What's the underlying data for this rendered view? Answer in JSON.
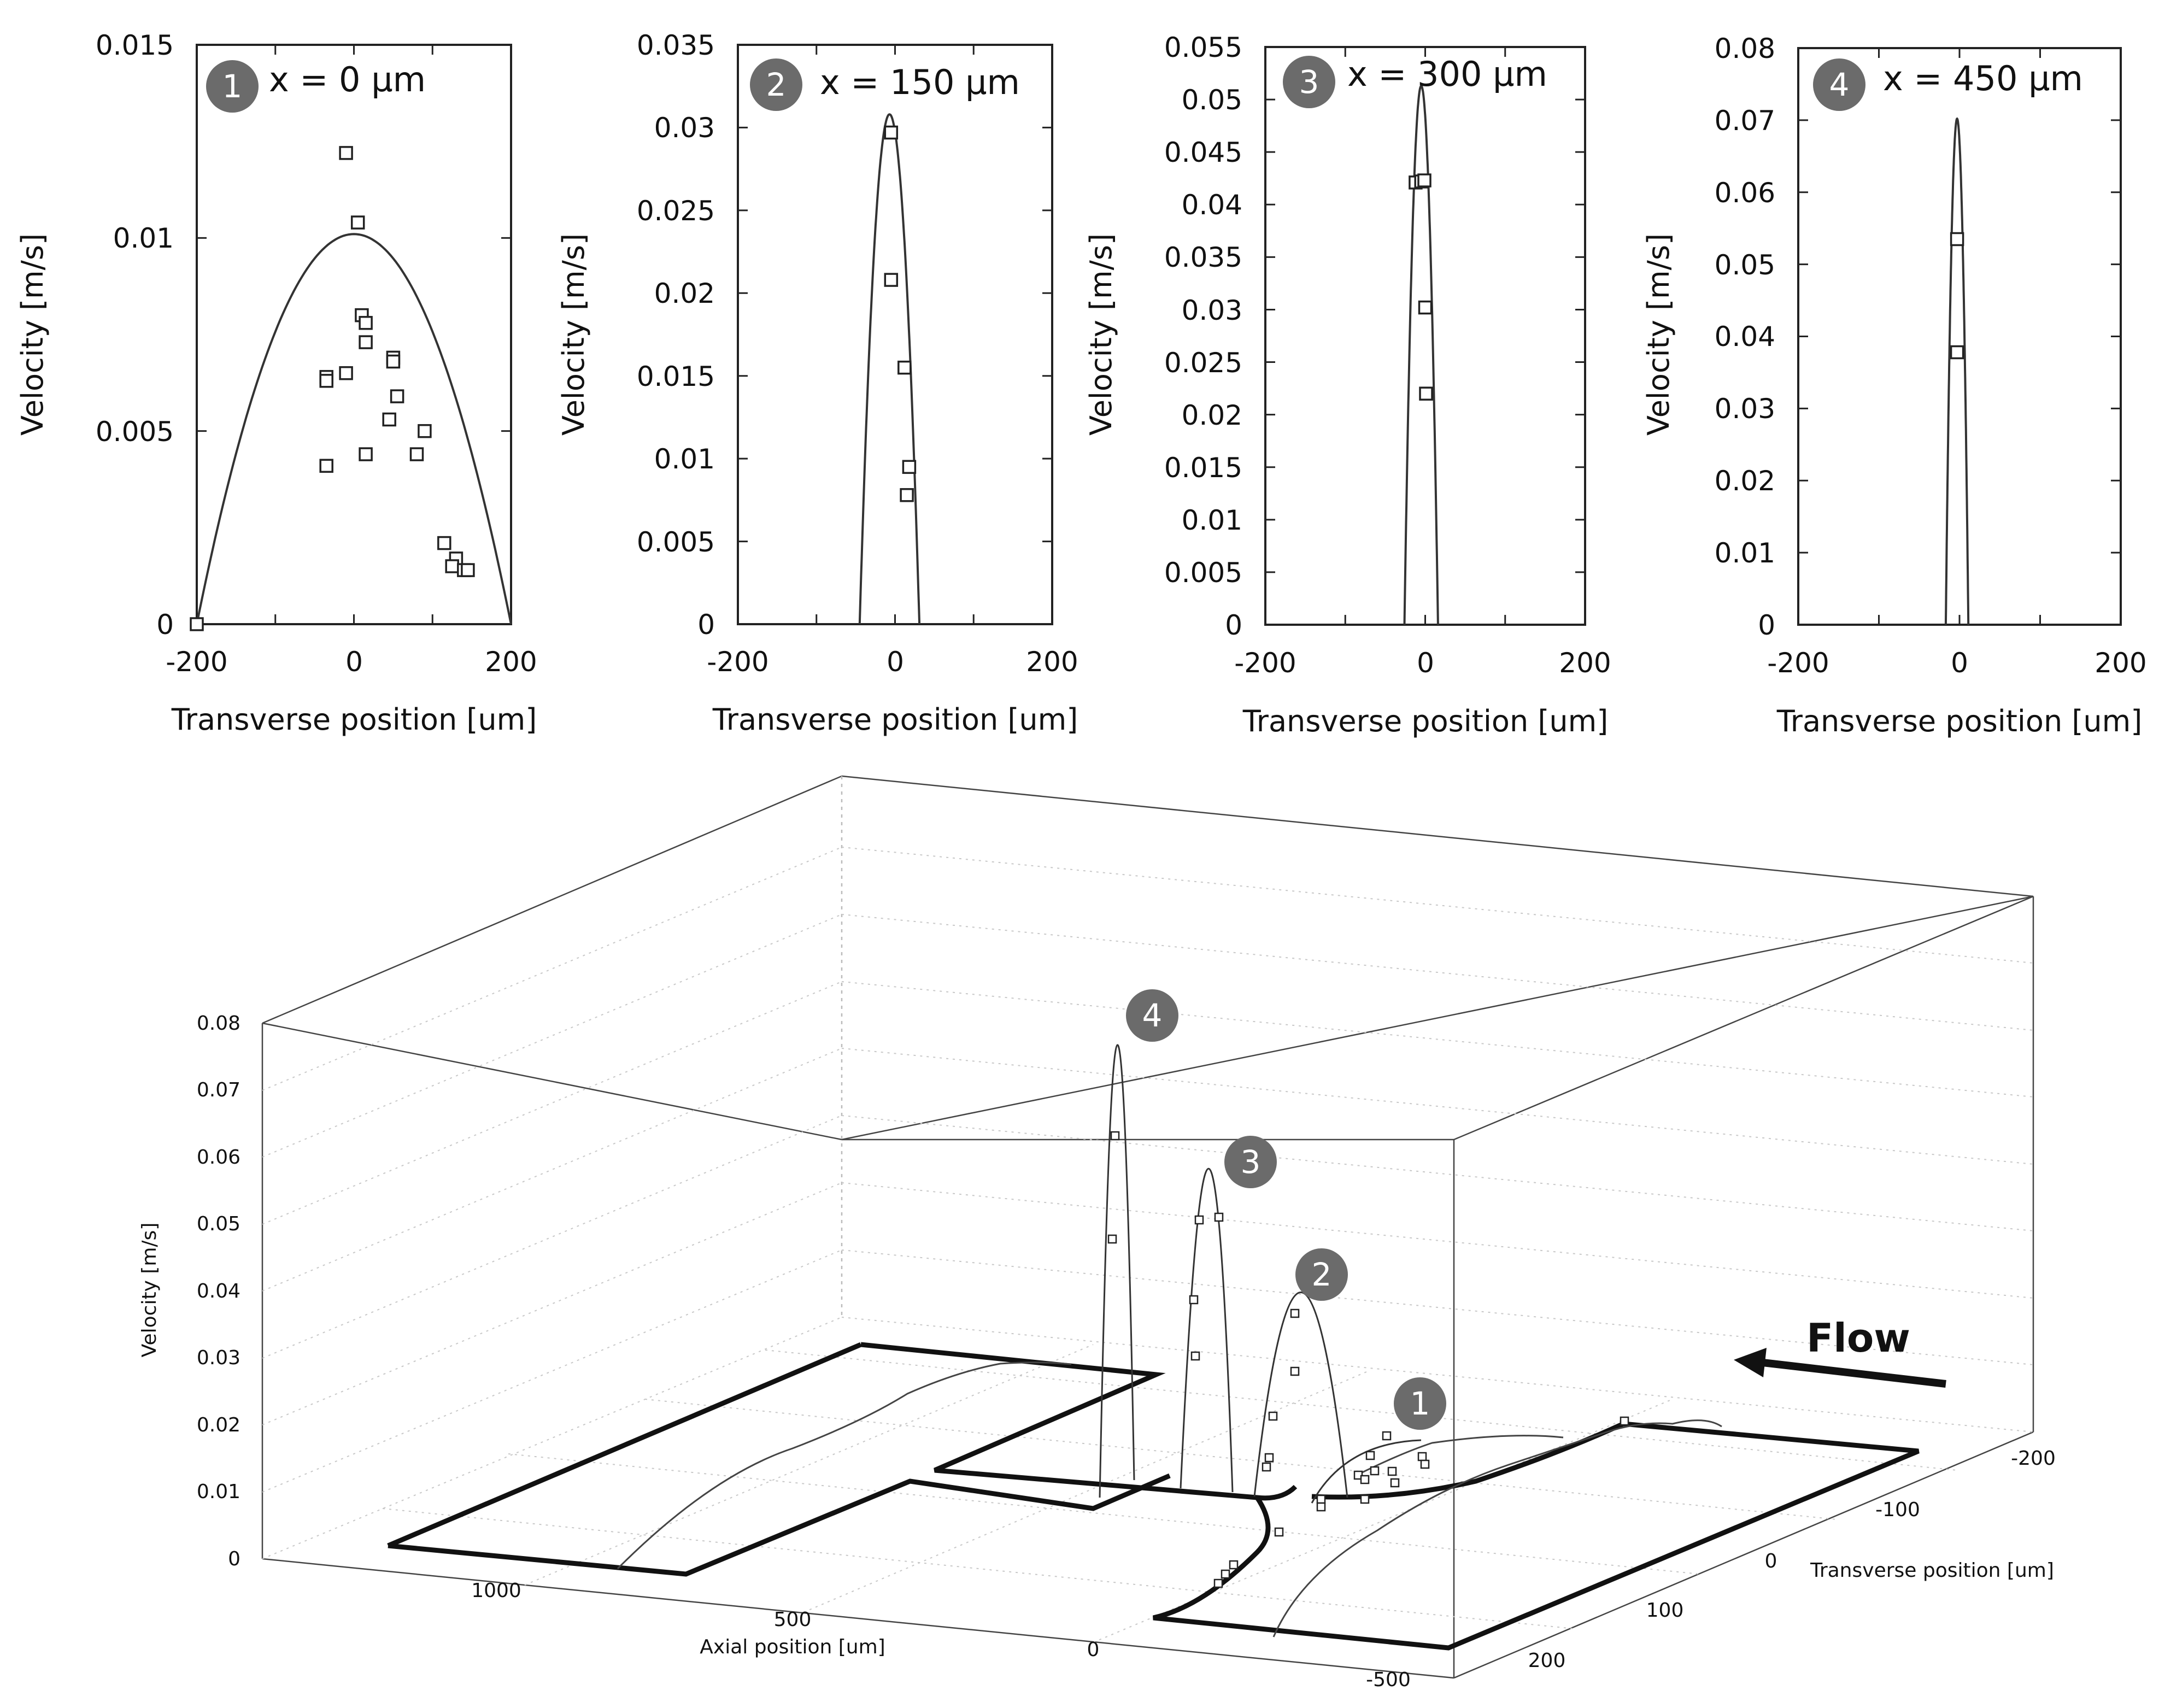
{
  "chart_data": [
    {
      "type": "scatter",
      "panel": "1",
      "title": "x = 0 µm",
      "xlabel": "Transverse position [um]",
      "ylabel": "Velocity [m/s]",
      "xlim": [
        -200,
        200
      ],
      "ylim": [
        0,
        0.015
      ],
      "xticks": [
        "-200",
        "0",
        "200"
      ],
      "yticks": [
        "0",
        "0.005",
        "0.01",
        "0.015"
      ],
      "grid": false,
      "curve": {
        "shape": "parabolic",
        "half_width": 200,
        "peak": 0.0101,
        "center": 0
      },
      "points": [
        [
          -200,
          0
        ],
        [
          -10,
          0.0122
        ],
        [
          5,
          0.0104
        ],
        [
          10,
          0.008
        ],
        [
          15,
          0.0078
        ],
        [
          15,
          0.0073
        ],
        [
          -35,
          0.0064
        ],
        [
          -35,
          0.0063
        ],
        [
          -10,
          0.0065
        ],
        [
          50,
          0.0069
        ],
        [
          50,
          0.0068
        ],
        [
          55,
          0.0059
        ],
        [
          45,
          0.0053
        ],
        [
          90,
          0.005
        ],
        [
          15,
          0.0044
        ],
        [
          80,
          0.0044
        ],
        [
          -35,
          0.0041
        ],
        [
          115,
          0.0021
        ],
        [
          130,
          0.0017
        ],
        [
          125,
          0.0015
        ],
        [
          140,
          0.0014
        ],
        [
          145,
          0.0014
        ]
      ]
    },
    {
      "type": "scatter",
      "panel": "2",
      "title": "x = 150 µm",
      "xlabel": "Transverse position [um]",
      "ylabel": "Velocity [m/s]",
      "xlim": [
        -200,
        200
      ],
      "ylim": [
        0,
        0.035
      ],
      "xticks": [
        "-200",
        "0",
        "200"
      ],
      "yticks": [
        "0",
        "0.005",
        "0.01",
        "0.015",
        "0.02",
        "0.025",
        "0.03",
        "0.035"
      ],
      "grid": false,
      "curve": {
        "shape": "parabolic",
        "half_width": 38,
        "peak": 0.0308,
        "center": -7
      },
      "points": [
        [
          -5,
          0.0297
        ],
        [
          -5,
          0.0208
        ],
        [
          12,
          0.0155
        ],
        [
          18,
          0.0095
        ],
        [
          15,
          0.0078
        ]
      ]
    },
    {
      "type": "scatter",
      "panel": "3",
      "title": "x = 300 µm",
      "xlabel": "Transverse position [um]",
      "ylabel": "Velocity [m/s]",
      "xlim": [
        -200,
        200
      ],
      "ylim": [
        0,
        0.055
      ],
      "xticks": [
        "-200",
        "0",
        "200"
      ],
      "yticks": [
        "0",
        "0.005",
        "0.01",
        "0.015",
        "0.02",
        "0.025",
        "0.03",
        "0.035",
        "0.04",
        "0.045",
        "0.05",
        "0.055"
      ],
      "grid": false,
      "curve": {
        "shape": "parabolic",
        "half_width": 21,
        "peak": 0.0513,
        "center": -5
      },
      "points": [
        [
          -12,
          0.0421
        ],
        [
          -5,
          0.0422
        ],
        [
          -1,
          0.0423
        ],
        [
          0,
          0.0302
        ],
        [
          1,
          0.022
        ]
      ]
    },
    {
      "type": "scatter",
      "panel": "4",
      "title": "x = 450 µm",
      "xlabel": "Transverse position [um]",
      "ylabel": "Velocity [m/s]",
      "xlim": [
        -200,
        200
      ],
      "ylim": [
        0,
        0.08
      ],
      "xticks": [
        "-200",
        "0",
        "200"
      ],
      "yticks": [
        "0",
        "0.01",
        "0.02",
        "0.03",
        "0.04",
        "0.05",
        "0.06",
        "0.07",
        "0.08"
      ],
      "grid": false,
      "curve": {
        "shape": "parabolic",
        "half_width": 14,
        "peak": 0.0702,
        "center": -3
      },
      "points": [
        [
          -3,
          0.0535
        ],
        [
          -3,
          0.0378
        ]
      ]
    },
    {
      "type": "scatter3d",
      "panel": "3d",
      "xlabel": "Axial position [um]",
      "ylabel": "Transverse position [um]",
      "zlabel": "Velocity [m/s]",
      "axial_ticks": [
        "1000",
        "500",
        "0",
        "-500"
      ],
      "transverse_ticks": [
        "-200",
        "-100",
        "0",
        "100",
        "200"
      ],
      "z_ticks": [
        "0",
        "0.01",
        "0.02",
        "0.03",
        "0.04",
        "0.05",
        "0.06",
        "0.07",
        "0.08"
      ],
      "zlim": [
        0,
        0.08
      ],
      "grid": true,
      "profile_labels": [
        "1",
        "2",
        "3",
        "4"
      ],
      "annotation": "Flow",
      "arrow_direction": "left"
    }
  ]
}
